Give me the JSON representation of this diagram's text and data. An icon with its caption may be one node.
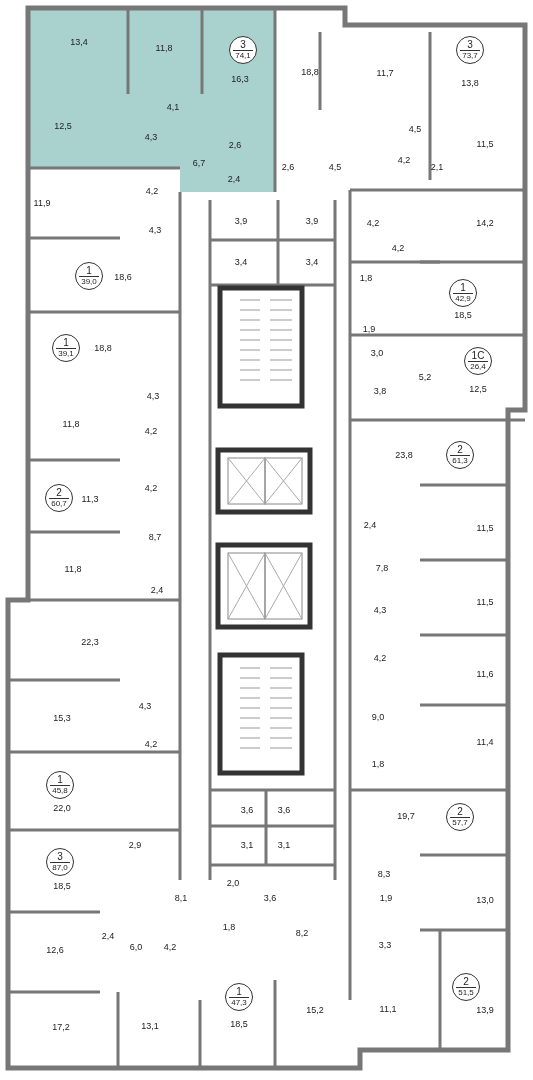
{
  "diagram": {
    "nodes": [
      {
        "text": [
          "3",
          "74,1"
        ]
      },
      {
        "text": [
          "3",
          "73,7"
        ]
      },
      {
        "text": [
          "1",
          "39,0"
        ]
      },
      {
        "text": [
          "1",
          "42,9"
        ]
      },
      {
        "text": [
          "1",
          "39,1"
        ]
      },
      {
        "text": [
          "1С",
          "26,4"
        ]
      },
      {
        "text": [
          "2",
          "61,3"
        ]
      },
      {
        "text": [
          "2",
          "60,7"
        ]
      },
      {
        "text": [
          "1",
          "45,8"
        ]
      },
      {
        "text": [
          "2",
          "57,7"
        ]
      },
      {
        "text": [
          "3",
          "87,0"
        ]
      },
      {
        "text": [
          "2",
          "51,5"
        ]
      },
      {
        "text": [
          "1",
          "47,3"
        ]
      }
    ],
    "labels": [
      "13,4",
      "11,8",
      "16,3",
      "4,1",
      "12,5",
      "4,3",
      "2,6",
      "6,7",
      "2,4",
      "18,8",
      "11,7",
      "13,8",
      "4,5",
      "11,5",
      "2,6",
      "4,5",
      "4,2",
      "2,1",
      "4,2",
      "11,9",
      "4,3",
      "3,9",
      "3,9",
      "4,2",
      "14,2",
      "4,2",
      "3,4",
      "3,4",
      "18,6",
      "1,8",
      "18,5",
      "18,8",
      "1,9",
      "3,0",
      "5,2",
      "3,8",
      "12,5",
      "4,3",
      "11,8",
      "4,2",
      "23,8",
      "4,2",
      "11,3",
      "2,4",
      "11,5",
      "8,7",
      "11,8",
      "7,8",
      "2,4",
      "11,5",
      "4,3",
      "4,2",
      "11,6",
      "22,3",
      "4,3",
      "15,3",
      "9,0",
      "4,2",
      "11,4",
      "1,8",
      "22,0",
      "3,6",
      "3,6",
      "19,7",
      "2,9",
      "3,1",
      "3,1",
      "8,3",
      "18,5",
      "8,1",
      "13,0",
      "2,0",
      "3,6",
      "1,9",
      "1,8",
      "3,3",
      "8,2",
      "2,4",
      "12,6",
      "6,0",
      "4,2",
      "15,2",
      "11,1",
      "13,9",
      "17,2",
      "13,1",
      "18,5"
    ]
  }
}
